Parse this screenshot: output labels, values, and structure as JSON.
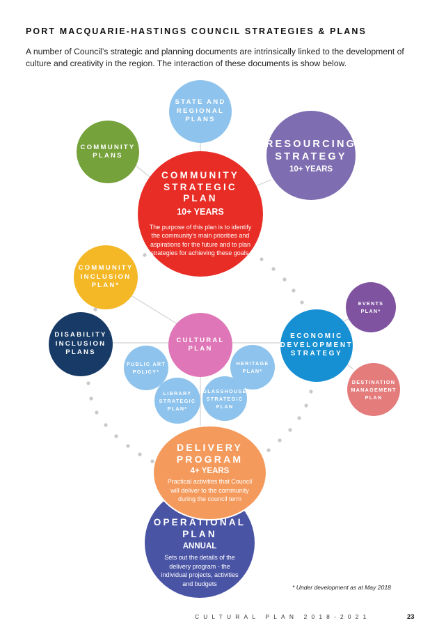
{
  "header": {
    "title": "PORT MACQUARIE-HASTINGS COUNCIL STRATEGIES & PLANS",
    "intro": "A number of Council’s strategic and planning documents are intrinsically linked to the development of culture and creativity in the region. The interaction of these documents is show below."
  },
  "nodes": {
    "state_regional": {
      "label": "STATE AND\nREGIONAL\nPLANS",
      "color": "#8dc3ec"
    },
    "community_plans": {
      "label": "COMMUNITY\nPLANS",
      "color": "#76a23b"
    },
    "resourcing": {
      "label": "RESOURCING\nSTRATEGY",
      "sub": "10+ YEARS",
      "color": "#7e6db0"
    },
    "csp": {
      "label": "COMMUNITY\nSTRATEGIC\nPLAN",
      "sub": "10+ YEARS",
      "desc": "The purpose of this plan is to identify the community’s main priorities and aspirations for the future and to plan strategies for achieving these goals.",
      "color": "#e72d25"
    },
    "community_inclusion": {
      "label": "COMMUNITY\nINCLUSION\nPLAN*",
      "color": "#f4b827"
    },
    "disability": {
      "label": "DISABILITY\nINCLUSION\nPLANS",
      "color": "#173a66"
    },
    "cultural": {
      "label": "CULTURAL\nPLAN",
      "color": "#df76b7"
    },
    "public_art": {
      "label": "PUBLIC ART\nPOLICY*",
      "color": "#8dc3ec"
    },
    "heritage": {
      "label": "HERITAGE\nPLAN*",
      "color": "#8dc3ec"
    },
    "library": {
      "label": "LIBRARY\nSTRATEGIC\nPLAN*",
      "color": "#8dc3ec"
    },
    "glasshouse": {
      "label": "GLASSHOUSE\nSTRATEGIC\nPLAN",
      "color": "#8dc3ec"
    },
    "economic": {
      "label": "ECONOMIC\nDEVELOPMENT\nSTRATEGY",
      "color": "#1790d3"
    },
    "events": {
      "label": "EVENTS\nPLAN*",
      "color": "#7f53a0"
    },
    "destination": {
      "label": "DESTINATION\nMANAGEMENT\nPLAN",
      "color": "#e57c7c"
    },
    "delivery": {
      "label": "DELIVERY\nPROGRAM",
      "sub": "4+ YEARS",
      "desc": "Practical activities that Council will deliver to the community during the council term",
      "color": "#f49a5c"
    },
    "operational": {
      "label": "OPERATIONAL\nPLAN",
      "sub": "ANNUAL",
      "desc": "Sets out the details of the delivery program - the individual projects, activities and budgets",
      "color": "#4a54a5"
    }
  },
  "footnote": "* Under development as at May 2018",
  "footer": {
    "doc": "CULTURAL PLAN 2018-2021",
    "page": "23"
  }
}
